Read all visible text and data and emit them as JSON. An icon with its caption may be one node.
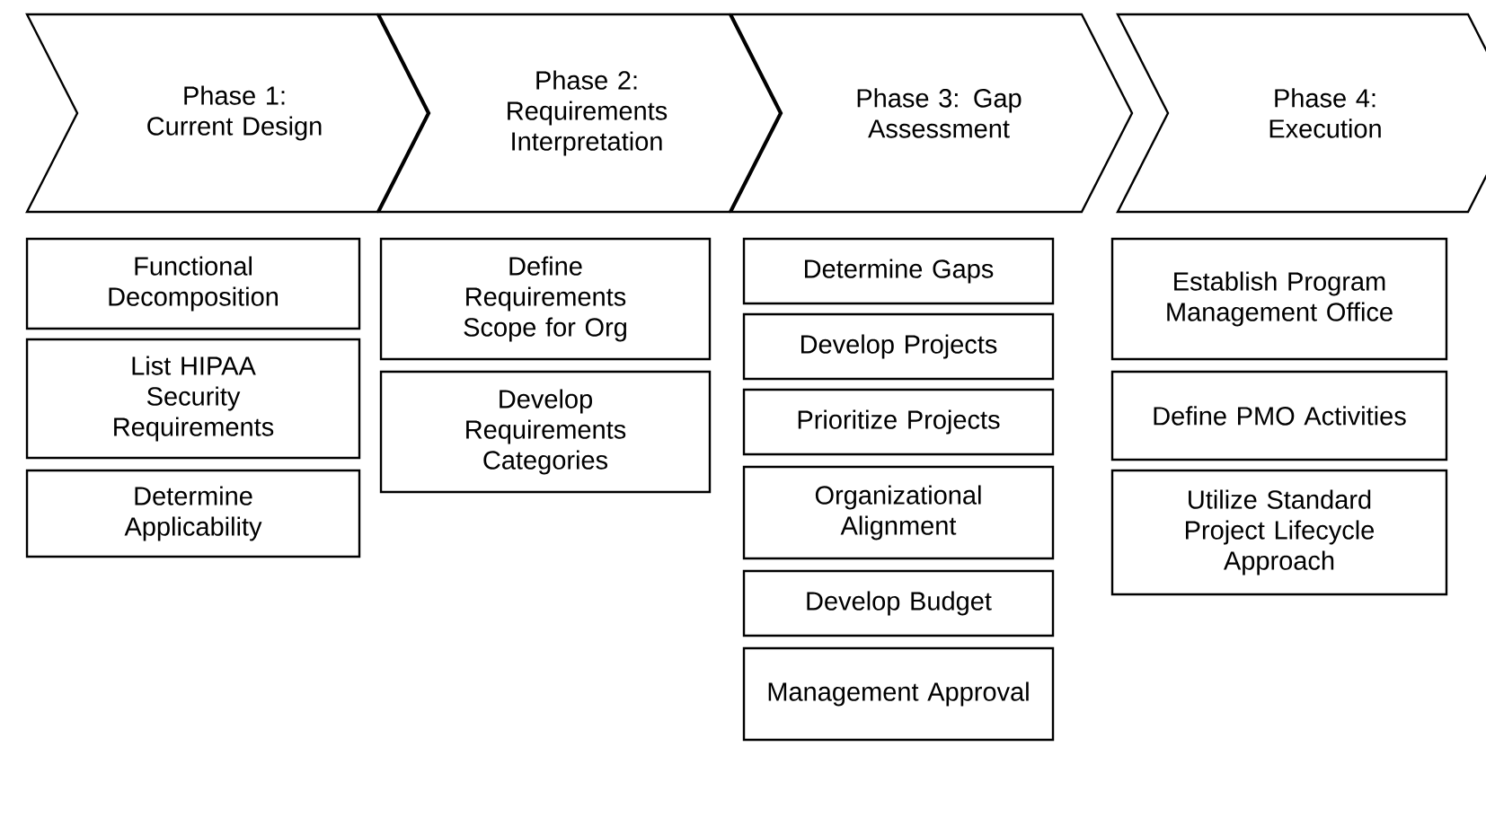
{
  "diagram": {
    "nodes": [
      {
        "text": [
          "Phase 1: Current Design"
        ]
      },
      {
        "text": [
          "Phase 2: Requirements Interpretation"
        ]
      },
      {
        "text": [
          "Phase 3: Gap Assessment"
        ]
      },
      {
        "text": [
          "Phase 4: Execution"
        ]
      },
      {
        "text": [
          "Functional Decomposition"
        ]
      },
      {
        "text": [
          "List HIPAA Security Requirements"
        ]
      },
      {
        "text": [
          "Determine Applicability"
        ]
      },
      {
        "text": [
          "Define Requirements Scope for Org"
        ]
      },
      {
        "text": [
          "Develop Requirements Categories"
        ]
      },
      {
        "text": [
          "Determine Gaps"
        ]
      },
      {
        "text": [
          "Develop Projects"
        ]
      },
      {
        "text": [
          "Prioritize Projects"
        ]
      },
      {
        "text": [
          "Organizational Alignment"
        ]
      },
      {
        "text": [
          "Develop Budget"
        ]
      },
      {
        "text": [
          "Management Approval"
        ]
      },
      {
        "text": [
          "Establish Program Management Office"
        ]
      },
      {
        "text": [
          "Define PMO Activities"
        ]
      },
      {
        "text": [
          "Utilize Standard Project Lifecycle Approach"
        ]
      }
    ],
    "edges": []
  }
}
